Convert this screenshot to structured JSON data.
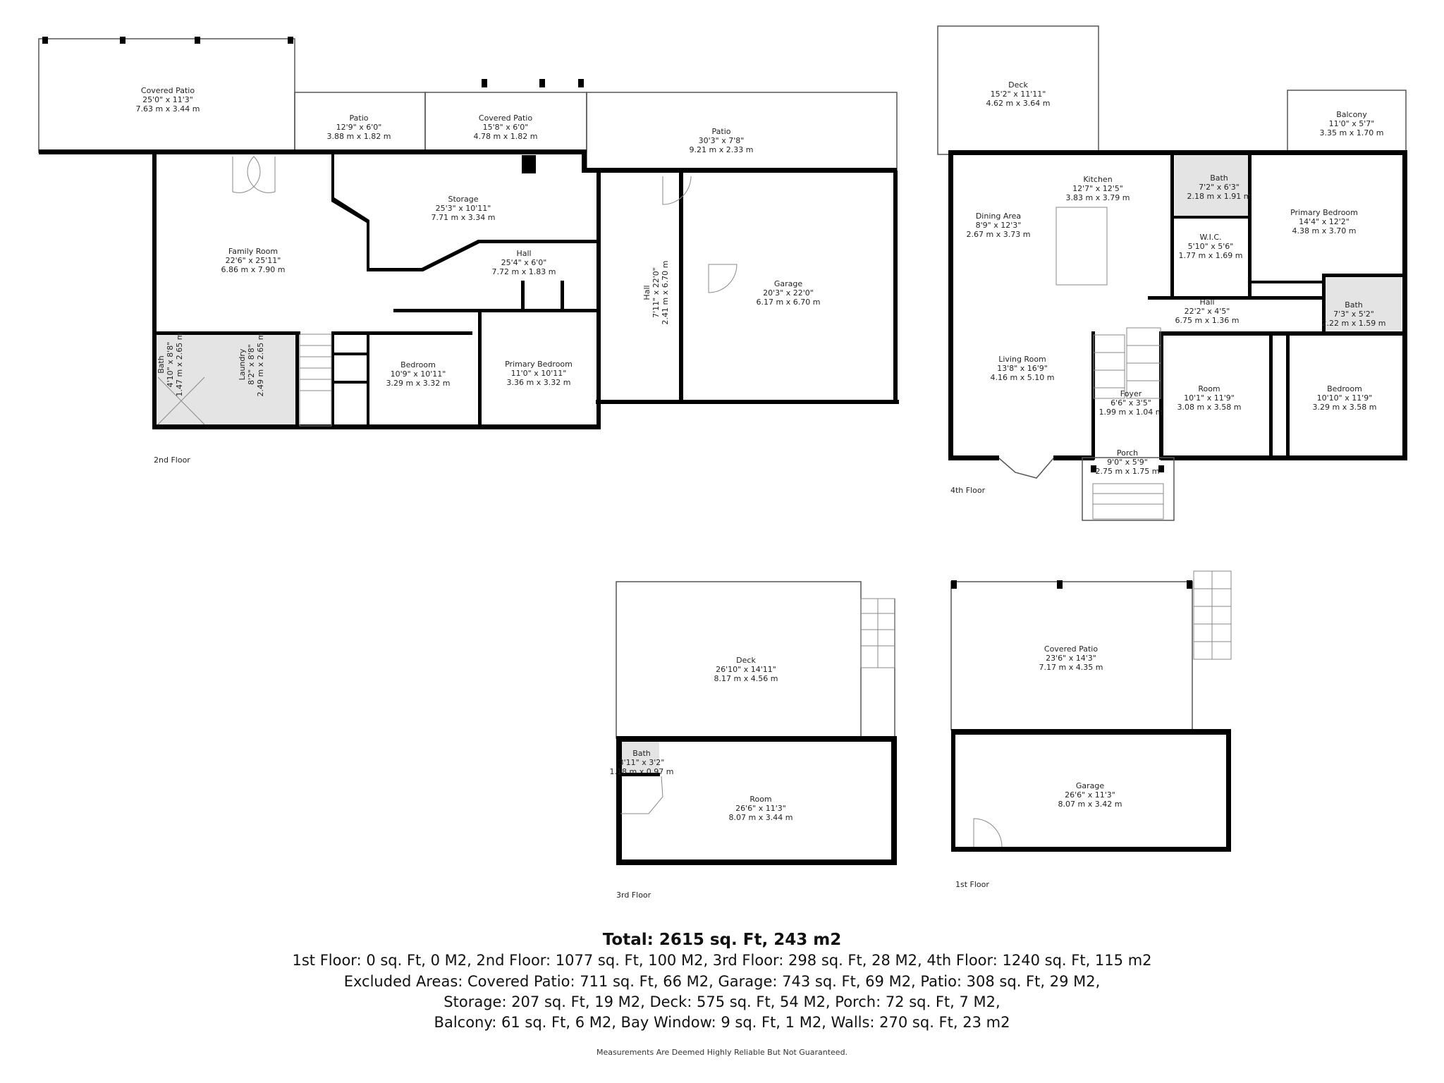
{
  "floors": [
    {
      "label": "2nd Floor",
      "rooms": [
        {
          "name": "Covered Patio",
          "imperial": "25'0\" x 11'3\"",
          "metric": "7.63 m x 3.44 m"
        },
        {
          "name": "Patio",
          "imperial": "12'9\" x 6'0\"",
          "metric": "3.88 m x 1.82 m"
        },
        {
          "name": "Covered Patio",
          "imperial": "15'8\" x 6'0\"",
          "metric": "4.78 m x 1.82 m"
        },
        {
          "name": "Patio",
          "imperial": "30'3\" x 7'8\"",
          "metric": "9.21 m x 2.33 m"
        },
        {
          "name": "Family Room",
          "imperial": "22'6\" x 25'11\"",
          "metric": "6.86 m x 7.90 m"
        },
        {
          "name": "Storage",
          "imperial": "25'3\" x 10'11\"",
          "metric": "7.71 m x 3.34 m"
        },
        {
          "name": "Hall",
          "imperial": "25'4\" x 6'0\"",
          "metric": "7.72 m x 1.83 m"
        },
        {
          "name": "Hall",
          "imperial": "7'11\" x 22'0\"",
          "metric": "2.41 m x 6.70 m"
        },
        {
          "name": "Garage",
          "imperial": "20'3\" x 22'0\"",
          "metric": "6.17 m x 6.70 m"
        },
        {
          "name": "Bedroom",
          "imperial": "10'9\" x 10'11\"",
          "metric": "3.29 m x 3.32 m"
        },
        {
          "name": "Primary Bedroom",
          "imperial": "11'0\" x 10'11\"",
          "metric": "3.36 m x 3.32 m"
        },
        {
          "name": "Bath",
          "imperial": "4'10\" x 8'8\"",
          "metric": "1.47 m x 2.65 m"
        },
        {
          "name": "Laundry",
          "imperial": "8'2\" x 8'8\"",
          "metric": "2.49 m x 2.65 m"
        }
      ]
    },
    {
      "label": "4th Floor",
      "rooms": [
        {
          "name": "Deck",
          "imperial": "15'2\" x 11'11\"",
          "metric": "4.62 m x 3.64 m"
        },
        {
          "name": "Balcony",
          "imperial": "11'0\" x 5'7\"",
          "metric": "3.35 m x 1.70 m"
        },
        {
          "name": "Kitchen",
          "imperial": "12'7\" x 12'5\"",
          "metric": "3.83 m x 3.79 m"
        },
        {
          "name": "Dining Area",
          "imperial": "8'9\" x 12'3\"",
          "metric": "2.67 m x 3.73 m"
        },
        {
          "name": "Bath",
          "imperial": "7'2\" x 6'3\"",
          "metric": "2.18 m x 1.91 m"
        },
        {
          "name": "Primary Bedroom",
          "imperial": "14'4\" x 12'2\"",
          "metric": "4.38 m x 3.70 m"
        },
        {
          "name": "W.I.C.",
          "imperial": "5'10\" x 5'6\"",
          "metric": "1.77 m x 1.69 m"
        },
        {
          "name": "Hall",
          "imperial": "22'2\" x 4'5\"",
          "metric": "6.75 m x 1.36 m"
        },
        {
          "name": "Bath",
          "imperial": "7'3\" x 5'2\"",
          "metric": "2.22 m x 1.59 m"
        },
        {
          "name": "Living Room",
          "imperial": "13'8\" x 16'9\"",
          "metric": "4.16 m x 5.10 m"
        },
        {
          "name": "Foyer",
          "imperial": "6'6\" x 3'5\"",
          "metric": "1.99 m x 1.04 m"
        },
        {
          "name": "Room",
          "imperial": "10'1\" x 11'9\"",
          "metric": "3.08 m x 3.58 m"
        },
        {
          "name": "Bedroom",
          "imperial": "10'10\" x 11'9\"",
          "metric": "3.29 m x 3.58 m"
        },
        {
          "name": "Porch",
          "imperial": "9'0\" x 5'9\"",
          "metric": "2.75 m x 1.75 m"
        }
      ]
    },
    {
      "label": "3rd Floor",
      "rooms": [
        {
          "name": "Deck",
          "imperial": "26'10\" x 14'11\"",
          "metric": "8.17 m x 4.56 m"
        },
        {
          "name": "Bath",
          "imperial": "3'11\" x 3'2\"",
          "metric": "1.18 m x 0.97 m"
        },
        {
          "name": "Room",
          "imperial": "26'6\" x 11'3\"",
          "metric": "8.07 m x 3.44 m"
        }
      ]
    },
    {
      "label": "1st Floor",
      "rooms": [
        {
          "name": "Covered Patio",
          "imperial": "23'6\" x 14'3\"",
          "metric": "7.17 m x 4.35 m"
        },
        {
          "name": "Garage",
          "imperial": "26'6\" x 11'3\"",
          "metric": "8.07 m x 3.42 m"
        }
      ]
    }
  ],
  "summary": {
    "total": "Total: 2615 sq. Ft, 243 m2",
    "lines": [
      "1st Floor: 0 sq. Ft, 0 M2, 2nd Floor: 1077 sq. Ft, 100 M2, 3rd Floor: 298 sq. Ft, 28 M2, 4th Floor: 1240 sq. Ft, 115 m2",
      "Excluded Areas: Covered Patio: 711 sq. Ft, 66 M2, Garage: 743 sq. Ft, 69 M2, Patio: 308 sq. Ft, 29 M2,",
      "Storage: 207 sq. Ft, 19 M2, Deck: 575 sq. Ft, 54 M2, Porch: 72 sq. Ft, 7 M2,",
      "Balcony: 61 sq. Ft, 6 M2, Bay Window: 9 sq. Ft, 1 M2, Walls: 270 sq. Ft, 23 m2"
    ],
    "disclaimer": "Measurements Are Deemed Highly Reliable But Not Guaranteed."
  }
}
